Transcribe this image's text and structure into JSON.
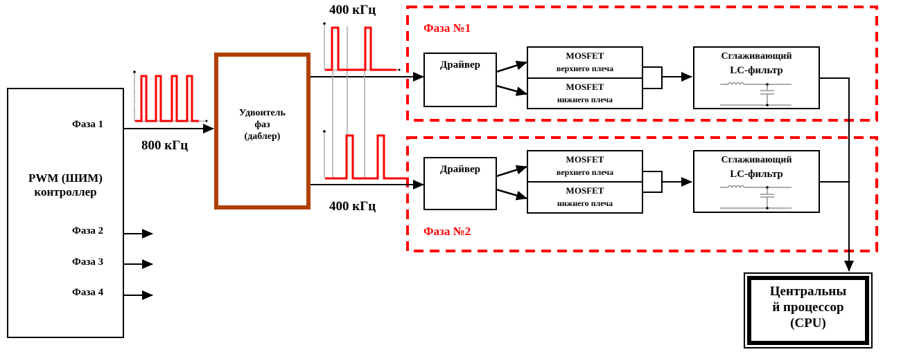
{
  "colors": {
    "phase_border": "#ff0000",
    "doubler_border": "#b04000",
    "waveform": "#ff0000",
    "line": "#000000",
    "guide": "#a0a0a0"
  },
  "controller": {
    "title_line1": "PWM (ШИМ)",
    "title_line2": "контроллер",
    "outputs": [
      "Фаза 1",
      "Фаза 2",
      "Фаза 3",
      "Фаза 4"
    ]
  },
  "input_signal": {
    "frequency_label": "800 кГц",
    "icon": "square-wave-icon"
  },
  "doubler": {
    "line1": "Удвоитель",
    "line2": "фаз",
    "line3": "(даблер)"
  },
  "output_signals": [
    {
      "frequency_label": "400 кГц",
      "icon": "pulse-wave-icon"
    },
    {
      "frequency_label": "400 кГц",
      "icon": "pulse-wave-icon"
    }
  ],
  "phases": [
    {
      "title": "Фаза №1",
      "driver": "Драйвер",
      "mosfet_high": {
        "line1": "MOSFET",
        "line2": "верхнего плеча"
      },
      "mosfet_low": {
        "line1": "MOSFET",
        "line2": "нижнего плеча"
      },
      "filter": {
        "line1": "Сглаживающий",
        "line2": "LC-фильтр",
        "icon": "lc-filter-icon"
      }
    },
    {
      "title": "Фаза №2",
      "driver": "Драйвер",
      "mosfet_high": {
        "line1": "MOSFET",
        "line2": "верхнего плеча"
      },
      "mosfet_low": {
        "line1": "MOSFET",
        "line2": "нижнего плеча"
      },
      "filter": {
        "line1": "Сглаживающий",
        "line2": "LC-фильтр",
        "icon": "lc-filter-icon"
      }
    }
  ],
  "cpu": {
    "line1": "Центральны",
    "line2": "й процессор",
    "line3": "(CPU)"
  }
}
